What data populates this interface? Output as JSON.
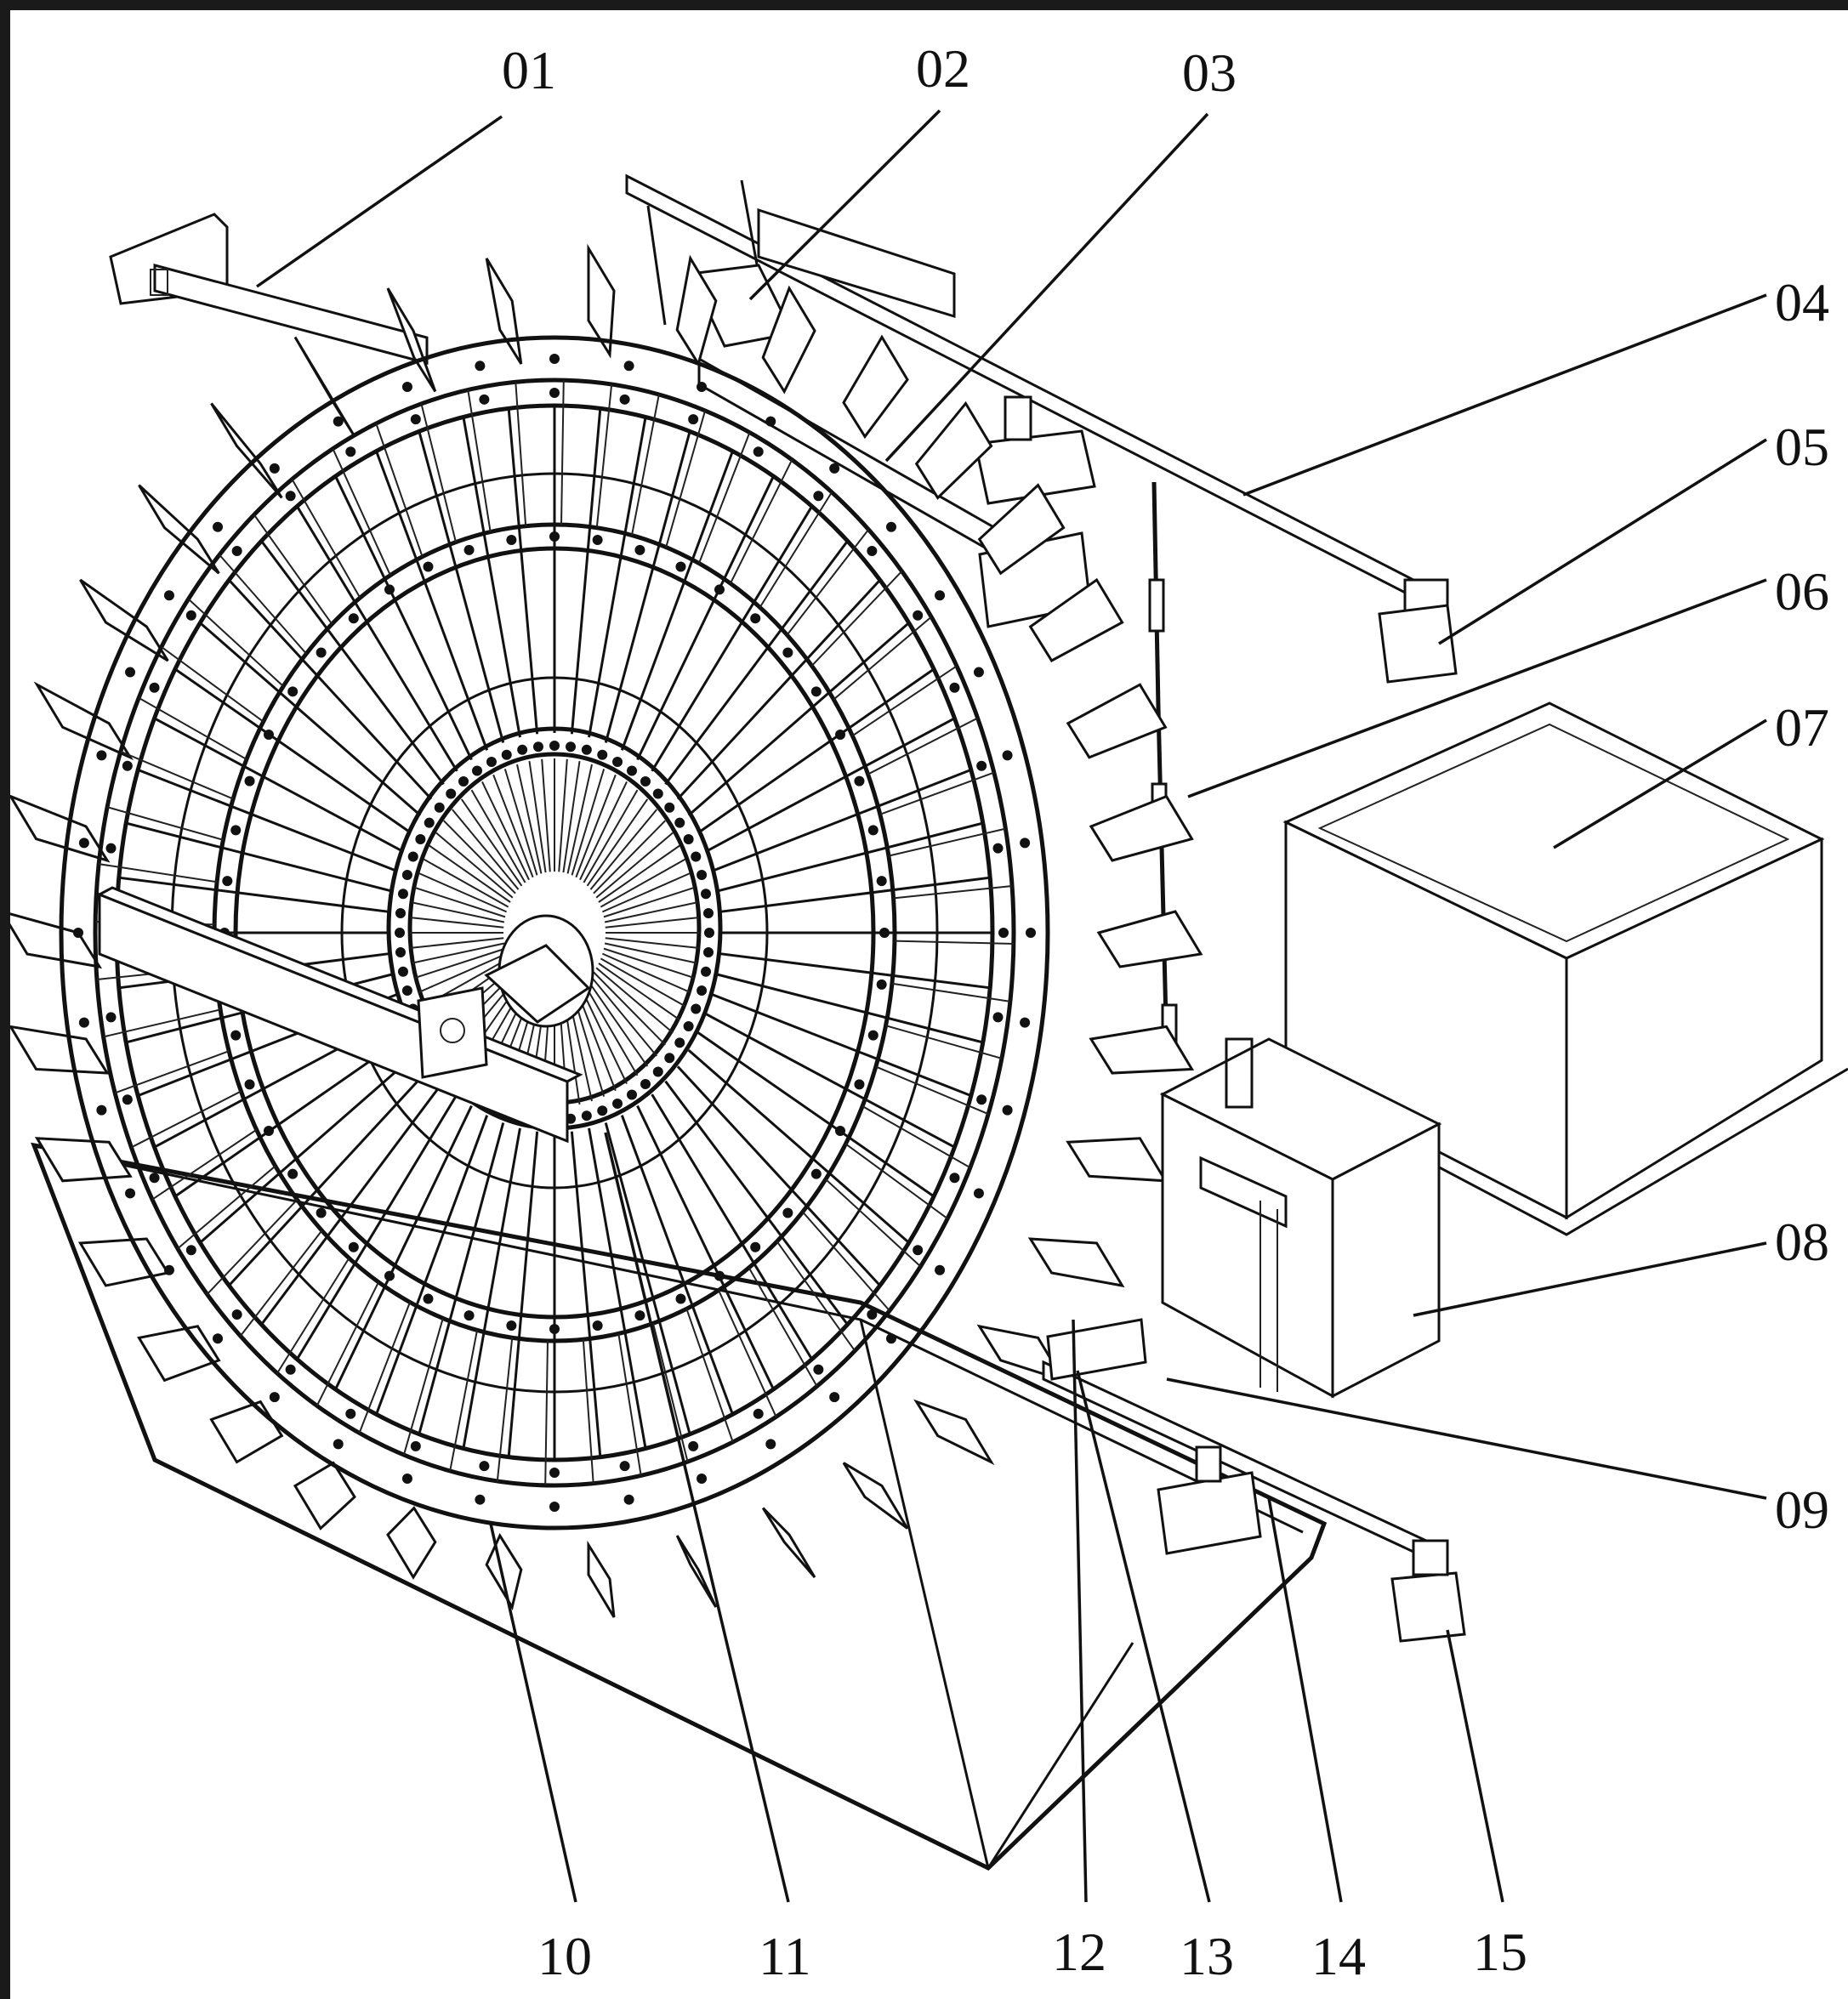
{
  "diagram": {
    "labels": [
      "01",
      "02",
      "03",
      "04",
      "05",
      "06",
      "07",
      "08",
      "09",
      "10",
      "11",
      "12",
      "13",
      "14",
      "15"
    ],
    "colors": {
      "line": "#111111",
      "paper": "#ffffff",
      "frame": "#1a1a1a"
    }
  }
}
